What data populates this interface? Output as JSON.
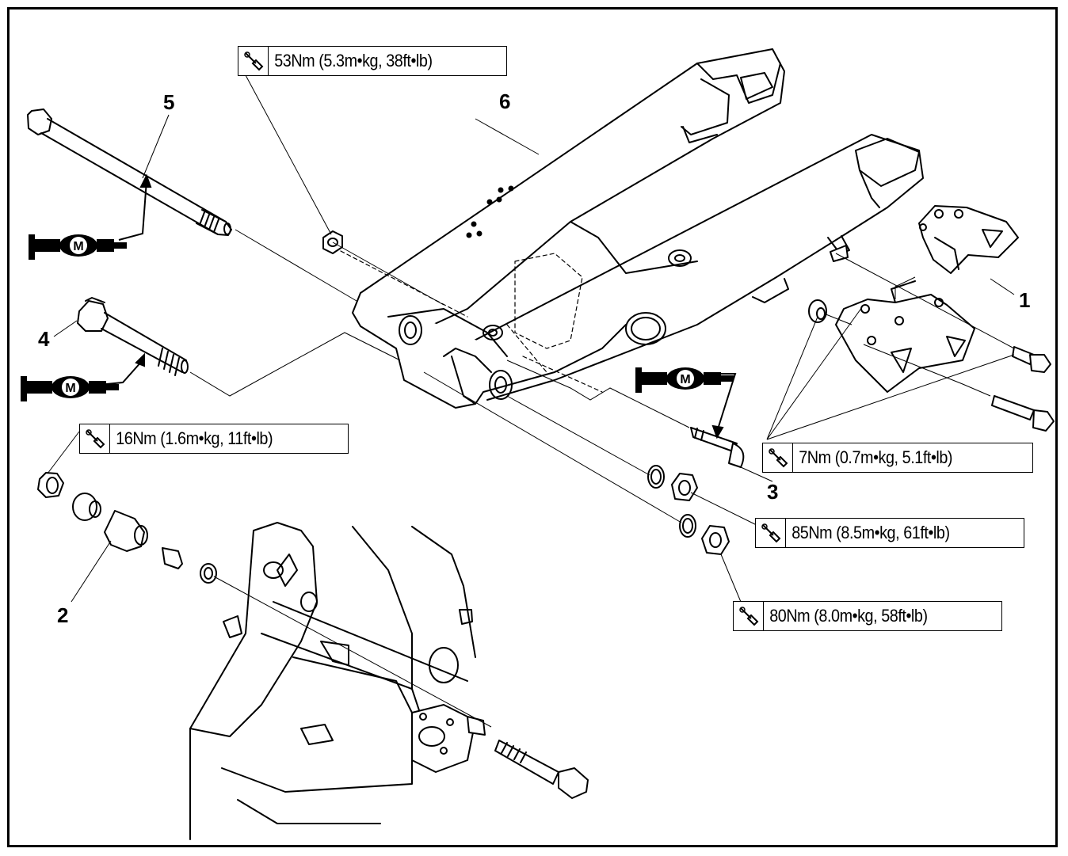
{
  "torques": [
    {
      "id": "t53",
      "text": "53Nm (5.3m•kg, 38ft•lb)"
    },
    {
      "id": "t16",
      "text": "16Nm (1.6m•kg, 11ft•lb)"
    },
    {
      "id": "t7",
      "text": "7Nm (0.7m•kg, 5.1ft•lb)"
    },
    {
      "id": "t85",
      "text": "85Nm (8.5m•kg, 61ft•lb)"
    },
    {
      "id": "t80",
      "text": "80Nm (8.0m•kg, 58ft•lb)"
    }
  ],
  "parts": {
    "p1": "1",
    "p2": "2",
    "p3": "3",
    "p4": "4",
    "p5": "5",
    "p6": "6"
  },
  "grease": {
    "label": "M"
  },
  "icons": {
    "torque": "torque-wrench-icon",
    "grease": "molybdenum-grease-icon"
  }
}
